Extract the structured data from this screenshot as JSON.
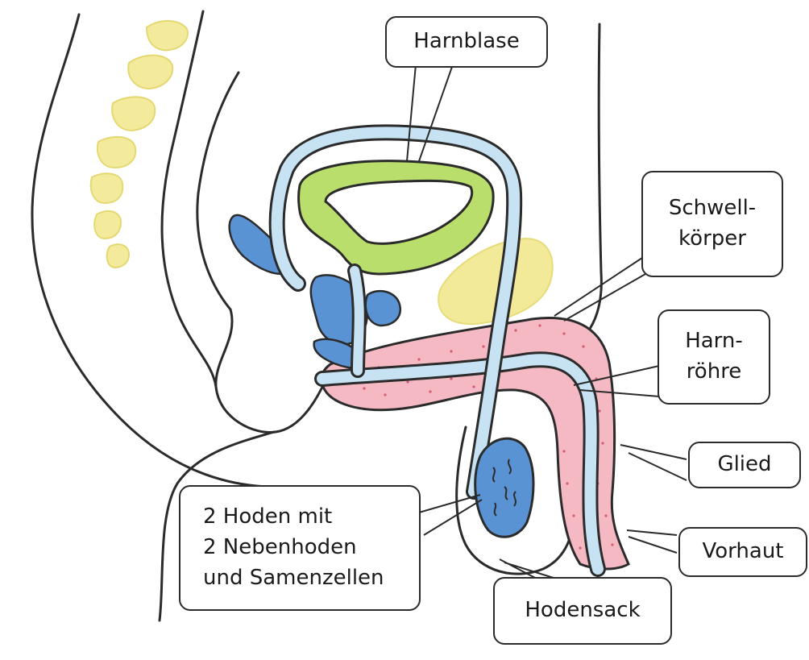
{
  "labels": {
    "harnblase": "Harnblase",
    "schwellkoerper_1": "Schwell-",
    "schwellkoerper_2": "körper",
    "harnroehre_1": "Harn-",
    "harnroehre_2": "röhre",
    "glied": "Glied",
    "vorhaut": "Vorhaut",
    "hodensack": "Hodensack",
    "hoden_1": "2 Hoden mit",
    "hoden_2": "2 Nebenhoden",
    "hoden_3": "und Samenzellen"
  },
  "colors": {
    "outline": "#2b2b2b",
    "spine": "#f3ea9c",
    "bladder": "#b9de6c",
    "urethra": "#c7e2f3",
    "glands": "#5a93d4",
    "cavernous_body": "#f4b9c2",
    "pubic_bone": "#f2ea98"
  }
}
